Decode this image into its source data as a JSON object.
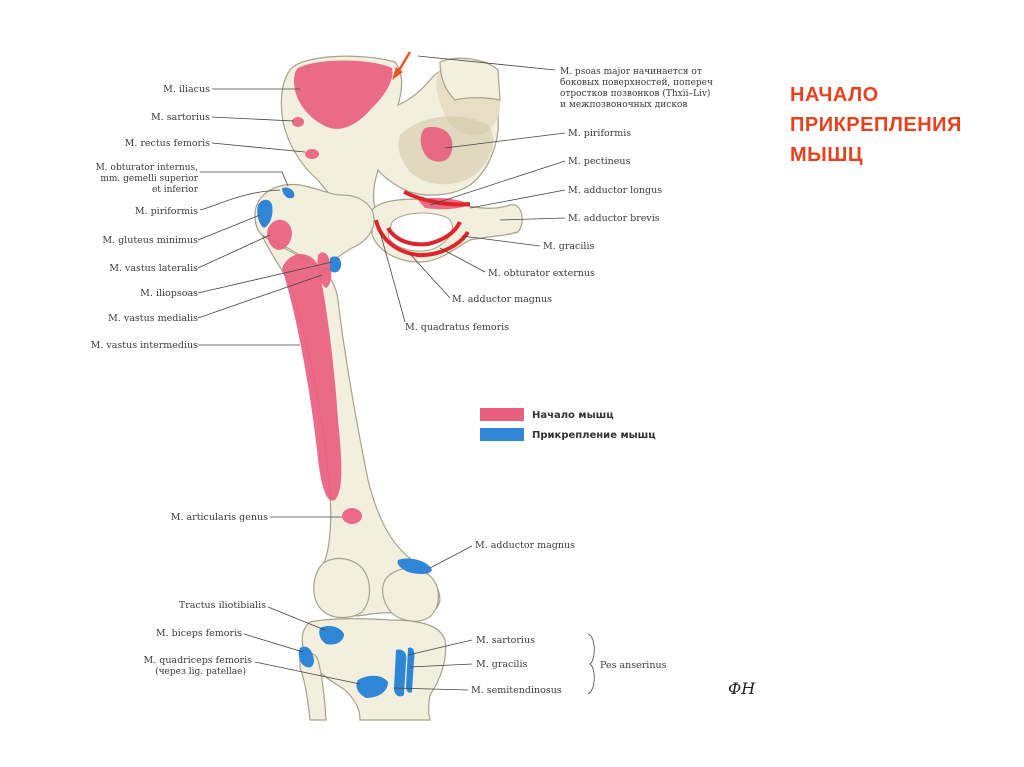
{
  "heading": {
    "line1": "НАЧАЛО",
    "line2": "ПРИКРЕПЛЕНИЯ",
    "line3": "МЫШЦ"
  },
  "colors": {
    "heading": "#e8411e",
    "origin": "#e8607e",
    "insertion": "#2f86d6",
    "bone": "#f3efde"
  },
  "legend": {
    "origin": "Начало мышц",
    "insertion": "Прикрепление мышц"
  },
  "labels_left": {
    "iliacus": "M. iliacus",
    "sartorius": "M. sartorius",
    "rectus_femoris": "M. rectus femoris",
    "obturator_1": "M. obturator internus,",
    "obturator_2": "mm. gemelli superior",
    "obturator_3": "et inferior",
    "piriformis": "M. piriformis",
    "gluteus_minimus": "M. gluteus minimus",
    "vastus_lateralis": "M. vastus lateralis",
    "iliopsoas": "M. iliopsoas",
    "vastus_medialis": "M. vastus medialis",
    "vastus_intermedius": "M. vastus intermedius",
    "articularis_genus": "M. articularis genus",
    "tractus_iliotibialis": "Tractus iliotibialis",
    "biceps_femoris": "M. biceps femoris",
    "quadriceps_1": "M. quadriceps femoris",
    "quadriceps_2": "(через lig. patellae)"
  },
  "labels_right": {
    "psoas_1": "M. psoas major начинается от",
    "psoas_2": "боковых поверхностей, попереч",
    "psoas_3": "отростков позвонков (Thxii–Liv)",
    "psoas_4": "и межпозвоночных дисков",
    "piriformis": "M. piriformis",
    "pectineus": "M. pectineus",
    "adductor_longus": "M. adductor longus",
    "adductor_brevis": "M. adductor brevis",
    "gracilis": "M. gracilis",
    "obturator_externus": "M. obturator externus",
    "adductor_magnus": "M. adductor magnus",
    "quadratus_femoris": "M. quadratus femoris",
    "adductor_magnus_2": "M. adductor magnus",
    "sartorius_2": "M. sartorius",
    "gracilis_2": "M. gracilis",
    "semitendinosus": "M. semitendinosus",
    "pes_anserinus": "Pes anserinus"
  },
  "signature": "ФН"
}
